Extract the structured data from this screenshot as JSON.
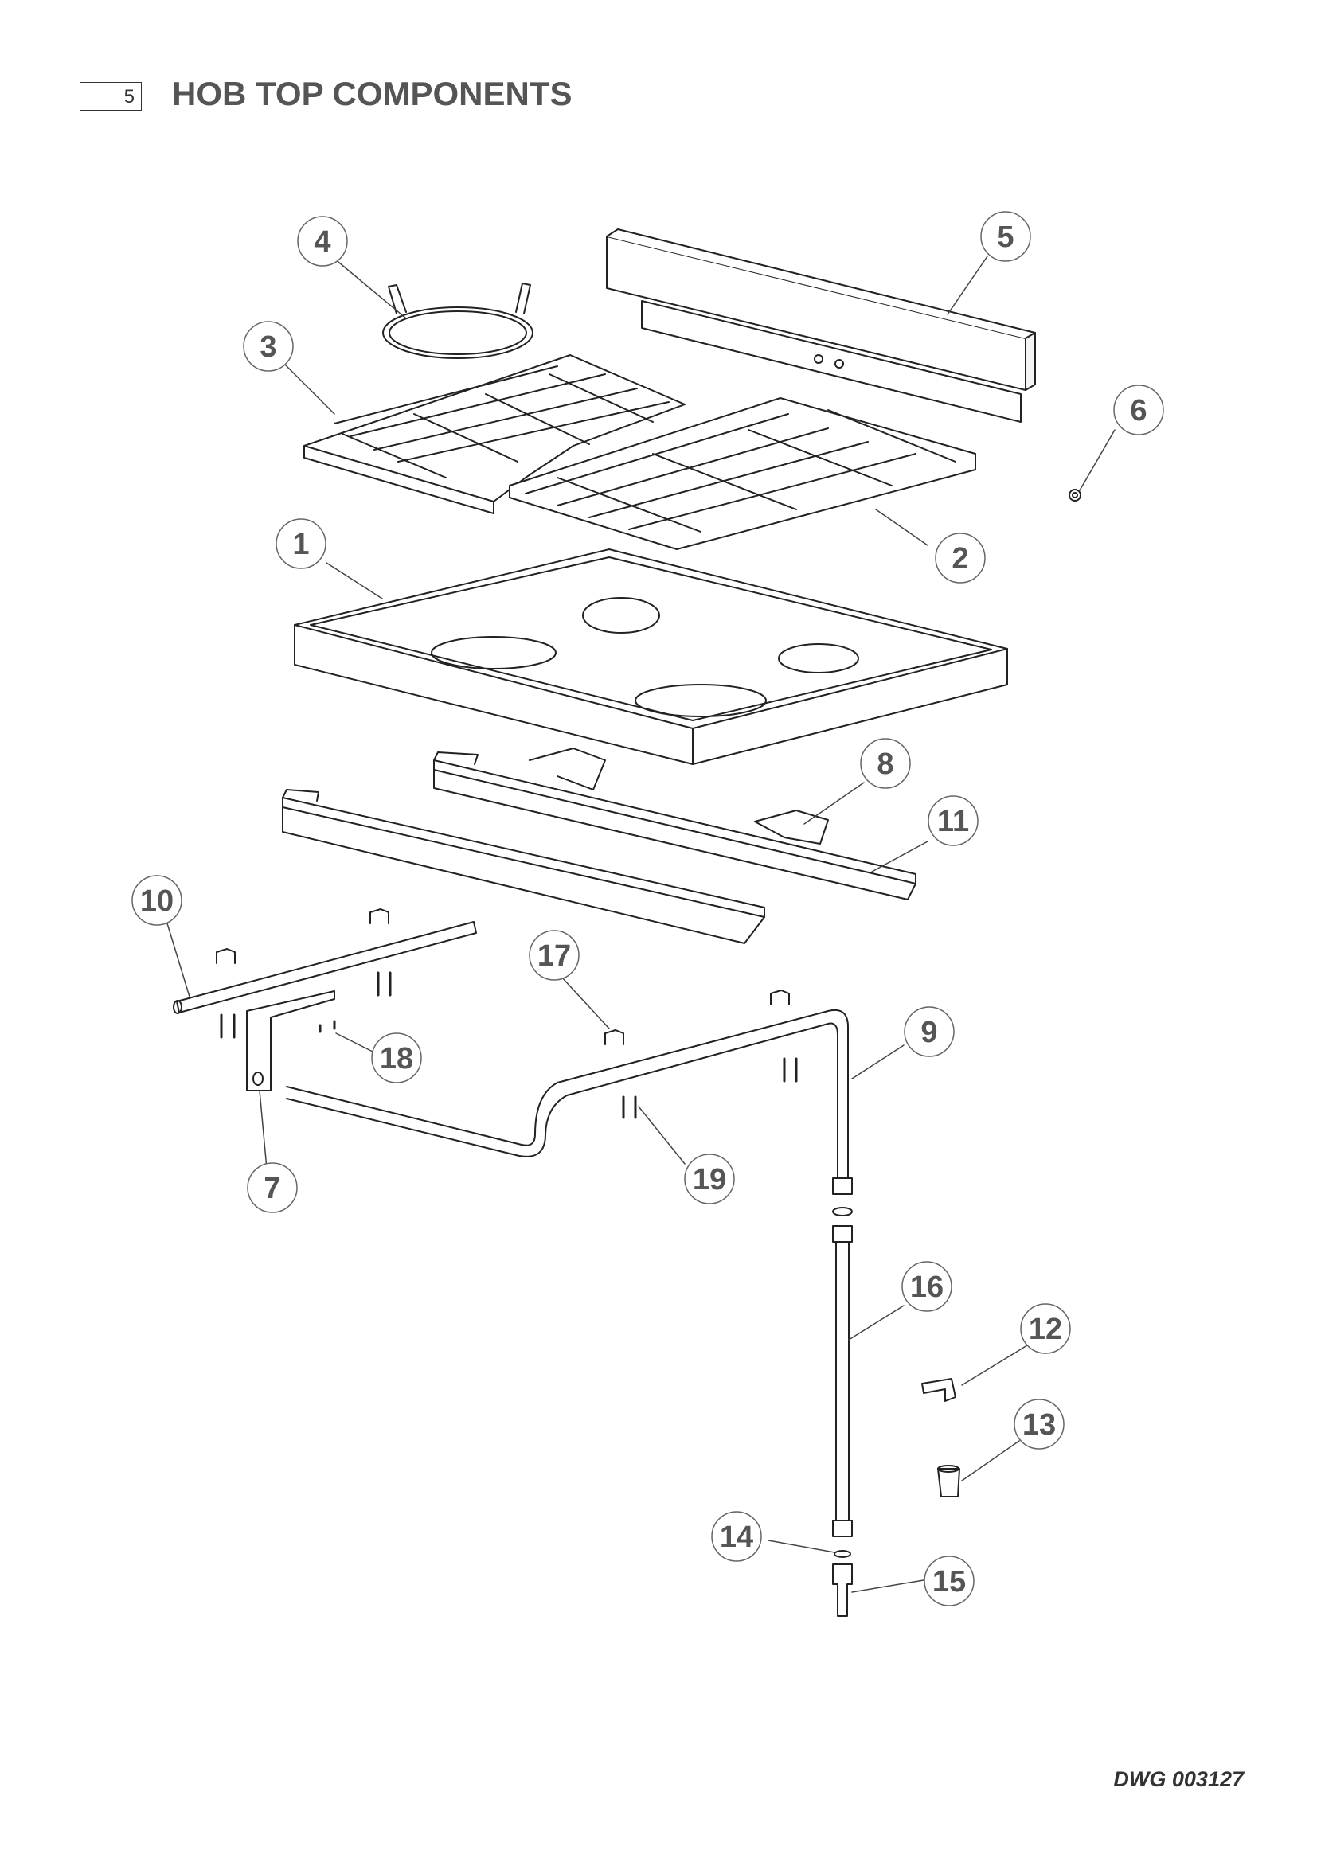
{
  "header": {
    "section_number": "5",
    "title": "HOB TOP COMPONENTS"
  },
  "callouts": [
    {
      "label": "1"
    },
    {
      "label": "2"
    },
    {
      "label": "3"
    },
    {
      "label": "4"
    },
    {
      "label": "5"
    },
    {
      "label": "6"
    },
    {
      "label": "7"
    },
    {
      "label": "8"
    },
    {
      "label": "9"
    },
    {
      "label": "10"
    },
    {
      "label": "11"
    },
    {
      "label": "12"
    },
    {
      "label": "13"
    },
    {
      "label": "14"
    },
    {
      "label": "15"
    },
    {
      "label": "16"
    },
    {
      "label": "17"
    },
    {
      "label": "18"
    },
    {
      "label": "19"
    }
  ],
  "footer": {
    "drawing_number": "DWG 003127"
  }
}
